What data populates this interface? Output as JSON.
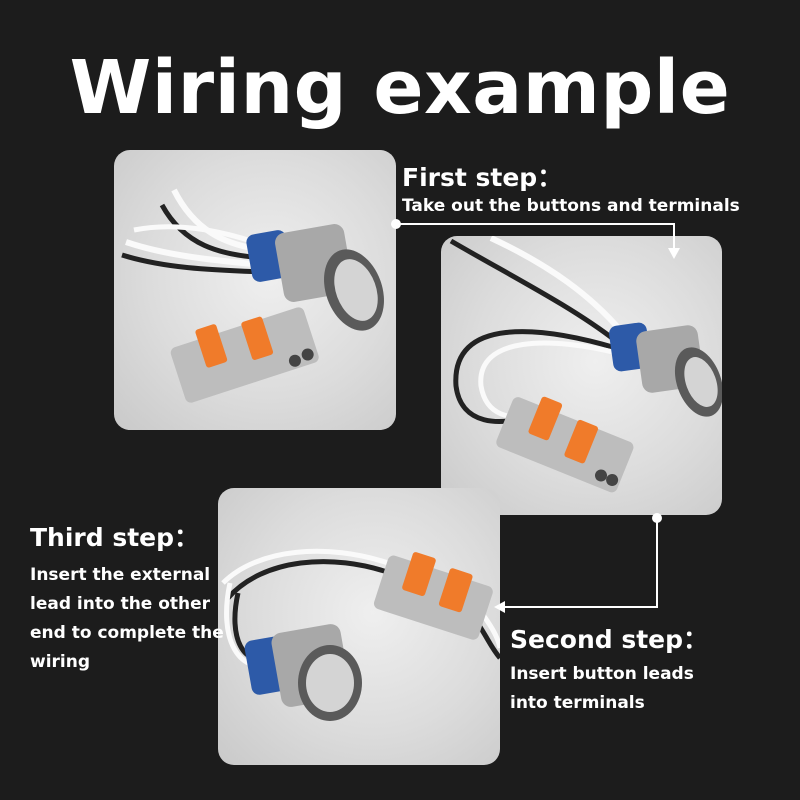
{
  "title": "Wiring example",
  "steps": {
    "first": {
      "title": "First step：",
      "description": "Take out the buttons and terminals"
    },
    "second": {
      "title": "Second step：",
      "description": "Insert button leads into terminals"
    },
    "third": {
      "title": "Third step：",
      "description": "Insert the external lead into the other end to complete the wiring"
    }
  },
  "colors": {
    "background": "#1c1c1c",
    "text": "#ffffff",
    "accent_orange": "#f07b2a",
    "button_blue": "#2d5aa8"
  }
}
